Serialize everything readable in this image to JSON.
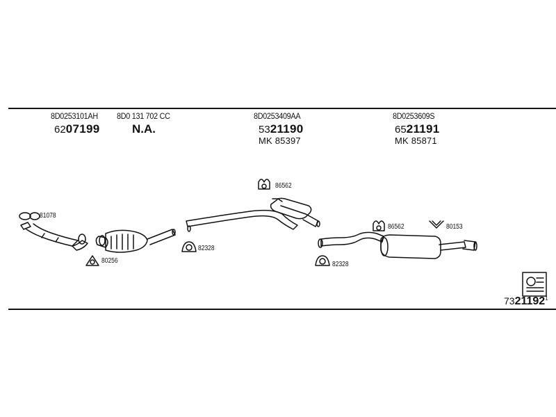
{
  "columns": [
    {
      "oe": "8D0253101AH",
      "prefix": "62",
      "main": "07199",
      "mk": ""
    },
    {
      "oe": "8D0 131 702 CC",
      "prefix": "",
      "main": "",
      "na": "N.A.",
      "mk": ""
    },
    {
      "oe": "8D0253409AA",
      "prefix": "53",
      "main": "21190",
      "mk": "MK  85397"
    },
    {
      "oe": "8D0253609S",
      "prefix": "65",
      "main": "21191",
      "mk": "MK  85871"
    }
  ],
  "part_labels": {
    "p81078": "81078",
    "p80256": "80256",
    "p82328a": "82328",
    "p86562a": "86562",
    "p82328b": "82328",
    "p86562b": "86562",
    "p80153": "80153"
  },
  "footer": {
    "prefix": "73",
    "main": "21192",
    "sup": "1"
  }
}
